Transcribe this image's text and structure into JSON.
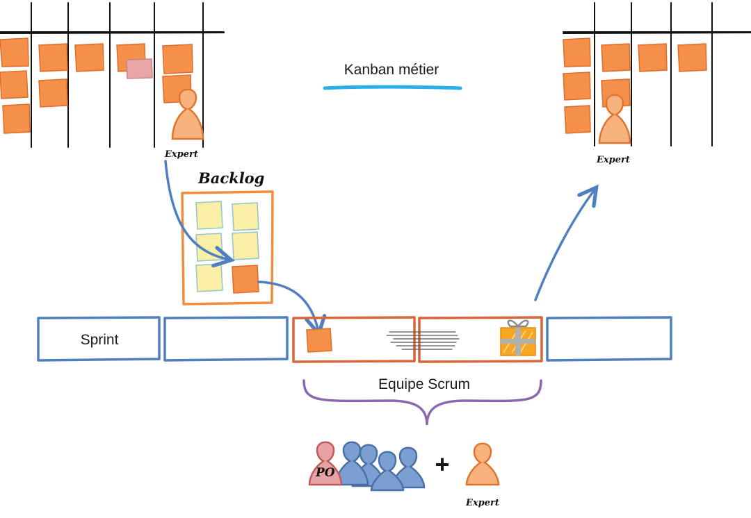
{
  "title": "Kanban métier",
  "labels": {
    "expert_left": "Expert",
    "expert_right": "Expert",
    "expert_bottom": "Expert",
    "backlog": "Backlog",
    "sprint": "Sprint",
    "equipe": "Equipe Scrum",
    "po": "PO",
    "plus": "+"
  },
  "colors": {
    "note_orange": "#f5904a",
    "note_orange_stroke": "#e06a2a",
    "note_pink": "#e8a6a6",
    "note_yellow": "#fbeea6",
    "note_yellow_stroke": "#8fc4c8",
    "sprint_blue": "#4f7fc0",
    "sprint_orange": "#d9653a",
    "arrow_blue": "#4f7fc0",
    "pawn_orange": "#f7b27d",
    "pawn_orange_stroke": "#e0742f",
    "pawn_blue": "#7b9fd0",
    "pawn_blue_stroke": "#4a6ea8",
    "pawn_pink": "#e7a3a3",
    "pawn_pink_stroke": "#c05a5a",
    "brace_purple": "#8a68b0",
    "title_underline": "#2ab0e6",
    "gift": "#f5a623"
  },
  "icons": [
    "person-pawn-icon",
    "gift-icon",
    "speed-lines-icon",
    "sticky-note-icon"
  ]
}
